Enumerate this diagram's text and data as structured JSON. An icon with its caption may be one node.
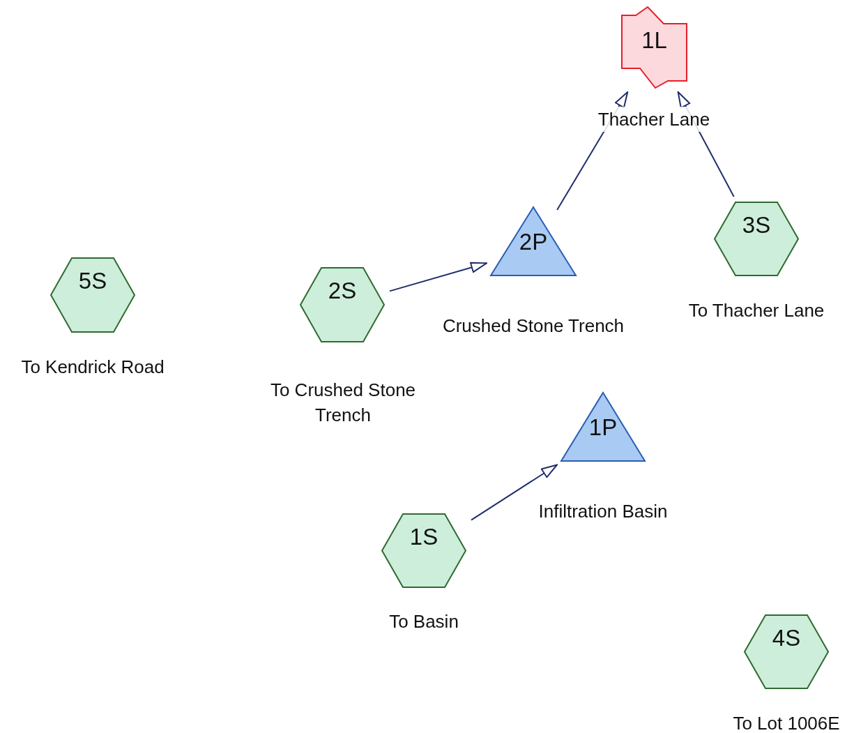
{
  "diagram": {
    "nodes": [
      {
        "text": [
          "1L",
          "Thacher Lane"
        ]
      },
      {
        "text": [
          "2P",
          "Crushed Stone Trench"
        ]
      },
      {
        "text": [
          "3S",
          "To Thacher Lane"
        ]
      },
      {
        "text": [
          "5S",
          "To Kendrick Road"
        ]
      },
      {
        "text": [
          "2S",
          "To Crushed Stone Trench"
        ]
      },
      {
        "text": [
          "1P",
          "Infiltration Basin"
        ]
      },
      {
        "text": [
          "1S",
          "To Basin"
        ]
      },
      {
        "text": [
          "4S",
          "To Lot 1006E"
        ]
      }
    ],
    "edges": [
      {
        "from": 4,
        "to": 1,
        "arrow": "to"
      },
      {
        "from": 1,
        "to": 0,
        "arrow": "to"
      },
      {
        "from": 2,
        "to": 0,
        "arrow": "to"
      },
      {
        "from": 6,
        "to": 5,
        "arrow": "to"
      }
    ]
  }
}
